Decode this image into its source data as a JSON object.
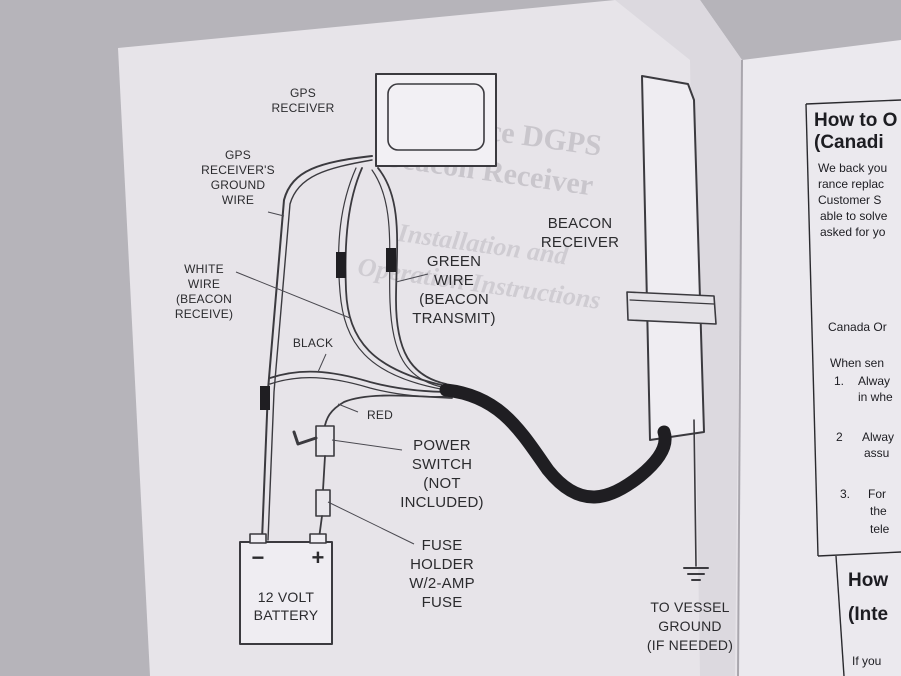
{
  "diagram": {
    "gps_receiver": "GPS\nRECEIVER",
    "ground_wire": "GPS\nRECEIVER'S\nGROUND\nWIRE",
    "white_wire": "WHITE\nWIRE\n(BEACON\nRECEIVE)",
    "black": "BLACK",
    "red": "RED",
    "green_wire": "GREEN\nWIRE\n(BEACON\nTRANSMIT)",
    "beacon_receiver": "BEACON\nRECEIVER",
    "power_switch": "POWER\nSWITCH\n(NOT\nINCLUDED)",
    "fuse_holder": "FUSE\nHOLDER\nW/2-AMP\nFUSE",
    "battery": "12 VOLT\nBATTERY",
    "battery_minus": "−",
    "battery_plus": "+",
    "vessel_ground": "TO VESSEL\nGROUND\n(IF NEEDED)"
  },
  "background_print": {
    "title_line1": "Lowrance DGPS",
    "title_line2": "Beacon Receiver",
    "subtitle_line1": "Installation and",
    "subtitle_line2": "Operation Instructions"
  },
  "right_page": {
    "heading1_line1": "How to O",
    "heading1_line2": "(Canadi",
    "para_line1": "We back you",
    "para_line2": "rance replac",
    "para_line3": "Customer S",
    "para_line4": "able to solve",
    "para_line5": "asked for yo",
    "canada": "Canada Or",
    "when": "When sen",
    "item1_num": "1.",
    "item1_a": "Alway",
    "item1_b": "in whe",
    "item2_num": "2",
    "item2_a": "Alway",
    "item2_b": "assu",
    "item3_num": "3.",
    "item3_a": "For",
    "item3_b": "the",
    "item3_c": "tele",
    "heading2_line1": "How",
    "heading2_line2": "(Inte",
    "bottom": "If you"
  }
}
